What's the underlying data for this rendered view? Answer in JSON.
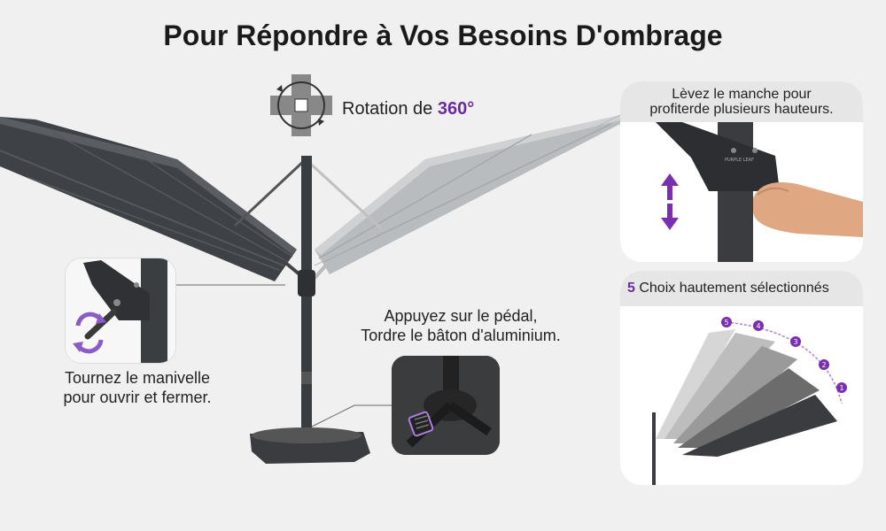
{
  "title": "Pour Répondre à Vos Besoins D'ombrage",
  "rotation": {
    "prefix": "Rotation de ",
    "value": "360°"
  },
  "left_caption": {
    "line1": "Tournez le manivelle",
    "line2": "pour ouvrir et fermer."
  },
  "pedal_caption": {
    "line1": "Appuyez sur le pédal,",
    "line2": "Tordre le bâton d'aluminium."
  },
  "panel_top": {
    "line1": "Lèvez le manche pour",
    "line2": "profiterde plusieurs hauteurs.",
    "logo_text": "PURPLE LEAF"
  },
  "panel_bottom": {
    "count": "5",
    "text": " Choix hautement sélectionnés",
    "positions": [
      "5",
      "4",
      "3",
      "2",
      "1"
    ]
  },
  "colors": {
    "accent": "#6b2aa0",
    "canopy_dark": "#3e4247",
    "canopy_light": "#b9bcbf",
    "pole": "#3a3d40",
    "background": "#f0f0f0"
  },
  "icons": [
    "rotation-icon",
    "crank-rotate-icon",
    "up-arrow-icon",
    "down-arrow-icon"
  ]
}
